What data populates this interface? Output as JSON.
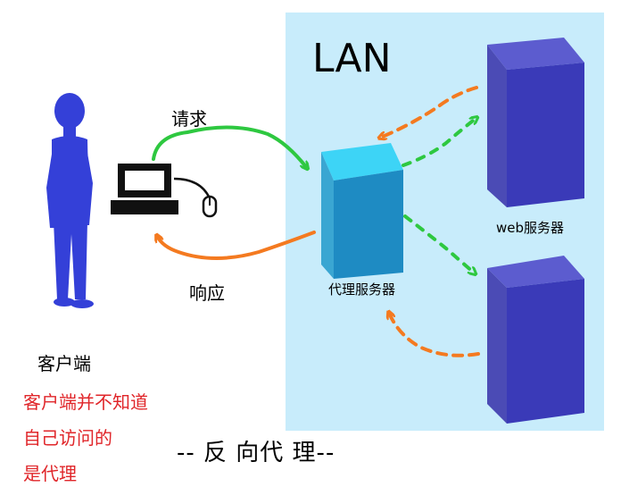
{
  "lan": {
    "title": "LAN",
    "background": "#c8ecfb"
  },
  "client": {
    "label": "客户端"
  },
  "arrows": {
    "request_label": "请求",
    "response_label": "响应",
    "request_color": "#2ec840",
    "response_color": "#f47a20"
  },
  "proxy": {
    "label": "代理服务器"
  },
  "web_server": {
    "label": "web服务器"
  },
  "note": {
    "lines": [
      "客户端并不知道",
      "自己访问的",
      "是代理"
    ],
    "color": "#e0262a"
  },
  "footer": {
    "title": "-- 反 向代 理--"
  }
}
